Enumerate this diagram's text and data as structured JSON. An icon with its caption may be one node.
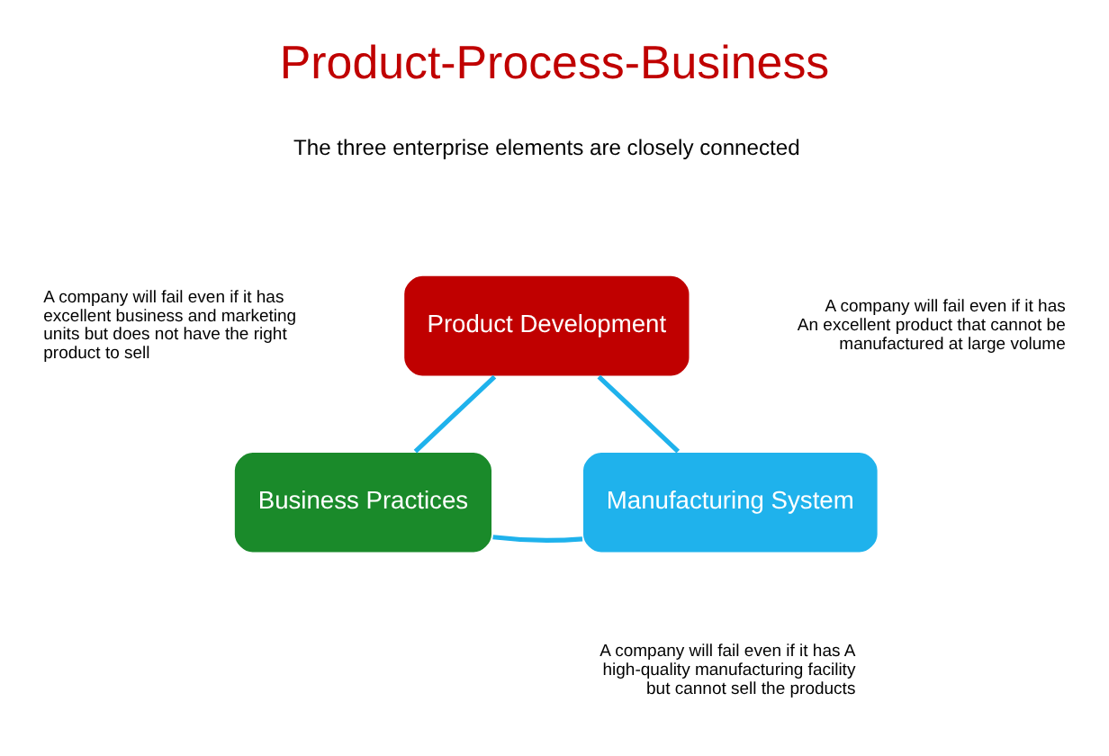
{
  "diagram": {
    "title": "Product-Process-Business",
    "nodes": [
      {
        "text": [
          "Product Development"
        ]
      },
      {
        "text": [
          "Manufacturing System"
        ]
      },
      {
        "text": [
          "Business Practices"
        ]
      }
    ],
    "edges": [
      {
        "from": 0,
        "to": 1,
        "arrow": "none"
      },
      {
        "from": 1,
        "to": 2,
        "arrow": "none"
      },
      {
        "from": 2,
        "to": 0,
        "arrow": "none"
      }
    ],
    "labels": [
      "The three enterprise elements are closely connected",
      "A company will fail even if it has excellent business and marketing units but does not have the right product to sell",
      "A company will fail even if it has An excellent product that cannot be manufactured at large volume",
      "A company will fail even if it has A high-quality manufacturing facility but cannot sell the products"
    ]
  }
}
